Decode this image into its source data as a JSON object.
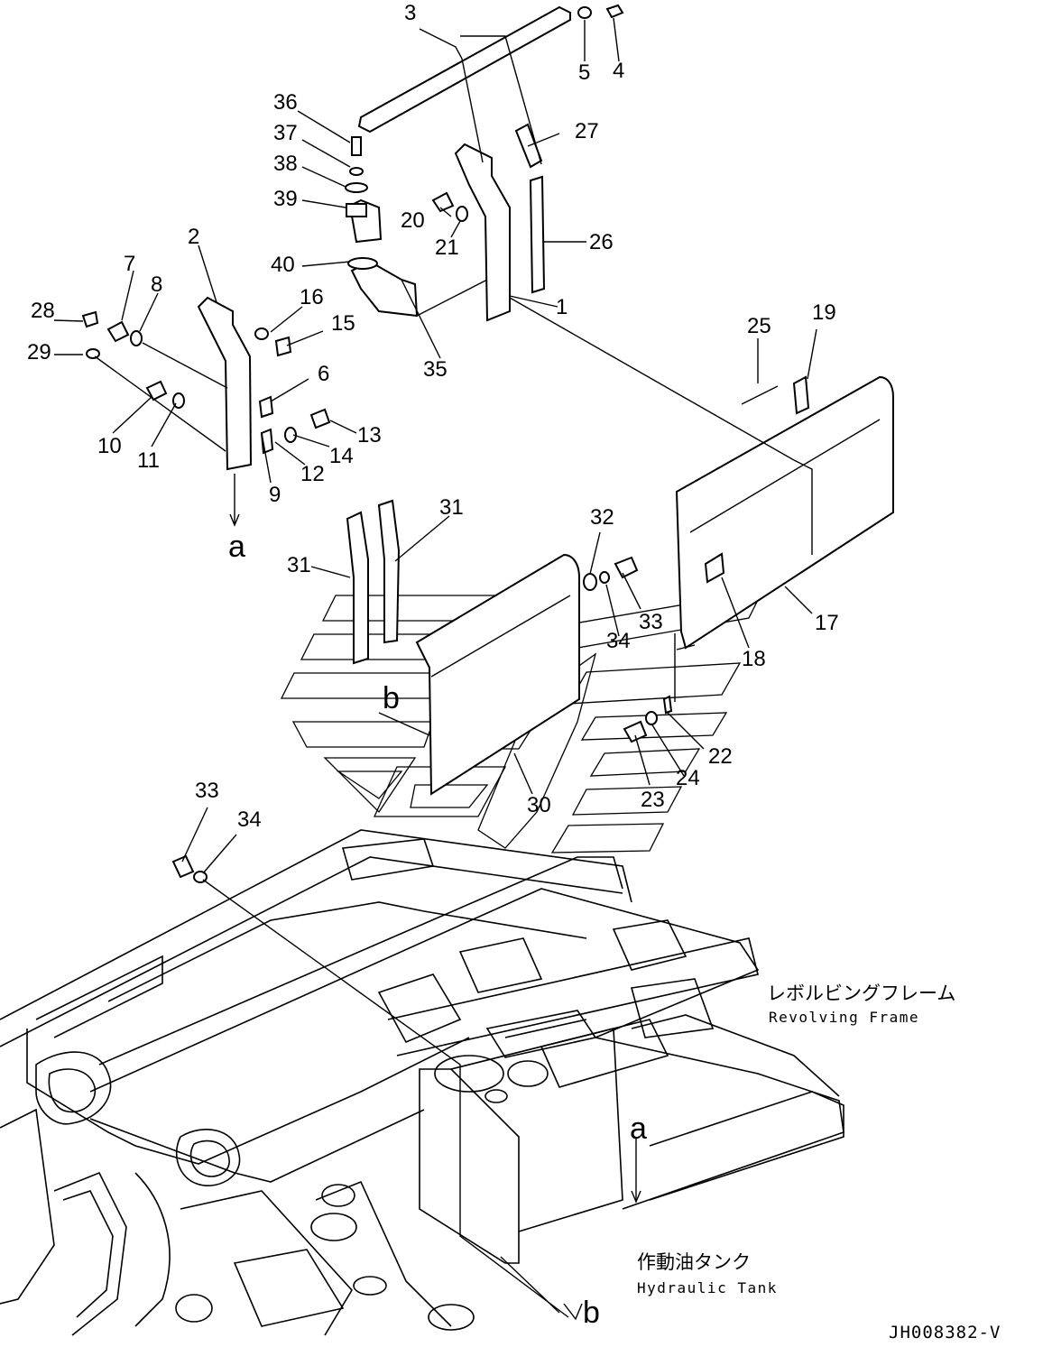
{
  "diagram": {
    "callouts": [
      {
        "id": "1",
        "text": "1"
      },
      {
        "id": "2",
        "text": "2"
      },
      {
        "id": "3",
        "text": "3"
      },
      {
        "id": "4",
        "text": "4"
      },
      {
        "id": "5",
        "text": "5"
      },
      {
        "id": "6",
        "text": "6"
      },
      {
        "id": "7",
        "text": "7"
      },
      {
        "id": "8",
        "text": "8"
      },
      {
        "id": "9",
        "text": "9"
      },
      {
        "id": "10",
        "text": "10"
      },
      {
        "id": "11",
        "text": "11"
      },
      {
        "id": "12",
        "text": "12"
      },
      {
        "id": "13",
        "text": "13"
      },
      {
        "id": "14",
        "text": "14"
      },
      {
        "id": "15",
        "text": "15"
      },
      {
        "id": "16",
        "text": "16"
      },
      {
        "id": "17",
        "text": "17"
      },
      {
        "id": "18",
        "text": "18"
      },
      {
        "id": "19",
        "text": "19"
      },
      {
        "id": "20",
        "text": "20"
      },
      {
        "id": "21",
        "text": "21"
      },
      {
        "id": "22",
        "text": "22"
      },
      {
        "id": "23",
        "text": "23"
      },
      {
        "id": "24",
        "text": "24"
      },
      {
        "id": "25",
        "text": "25"
      },
      {
        "id": "26",
        "text": "26"
      },
      {
        "id": "27",
        "text": "27"
      },
      {
        "id": "28",
        "text": "28"
      },
      {
        "id": "29",
        "text": "29"
      },
      {
        "id": "30",
        "text": "30"
      },
      {
        "id": "31a",
        "text": "31"
      },
      {
        "id": "31b",
        "text": "31"
      },
      {
        "id": "32",
        "text": "32"
      },
      {
        "id": "33a",
        "text": "33"
      },
      {
        "id": "33b",
        "text": "33"
      },
      {
        "id": "34a",
        "text": "34"
      },
      {
        "id": "34b",
        "text": "34"
      },
      {
        "id": "35",
        "text": "35"
      },
      {
        "id": "36",
        "text": "36"
      },
      {
        "id": "37",
        "text": "37"
      },
      {
        "id": "38",
        "text": "38"
      },
      {
        "id": "39",
        "text": "39"
      },
      {
        "id": "40",
        "text": "40"
      }
    ],
    "refs": {
      "a_top": "a",
      "a_tank": "a",
      "b_cover": "b",
      "b_tank": "b"
    },
    "labels": {
      "revolving_frame_jp": "レボルビングフレーム",
      "revolving_frame_en": "Revolving Frame",
      "hydraulic_tank_jp": "作動油タンク",
      "hydraulic_tank_en": "Hydraulic Tank"
    },
    "drawing_code": "JH008382-V"
  }
}
